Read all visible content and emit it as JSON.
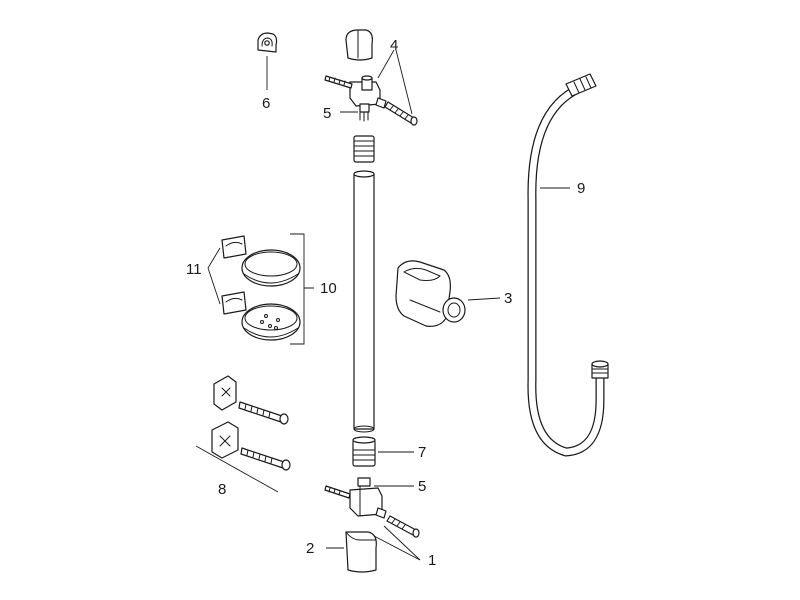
{
  "callouts": {
    "c1": "1",
    "c2": "2",
    "c3": "3",
    "c4": "4",
    "c5_top": "5",
    "c5_bottom": "5",
    "c6": "6",
    "c7": "7",
    "c8": "8",
    "c9": "9",
    "c10": "10",
    "c11": "11"
  }
}
